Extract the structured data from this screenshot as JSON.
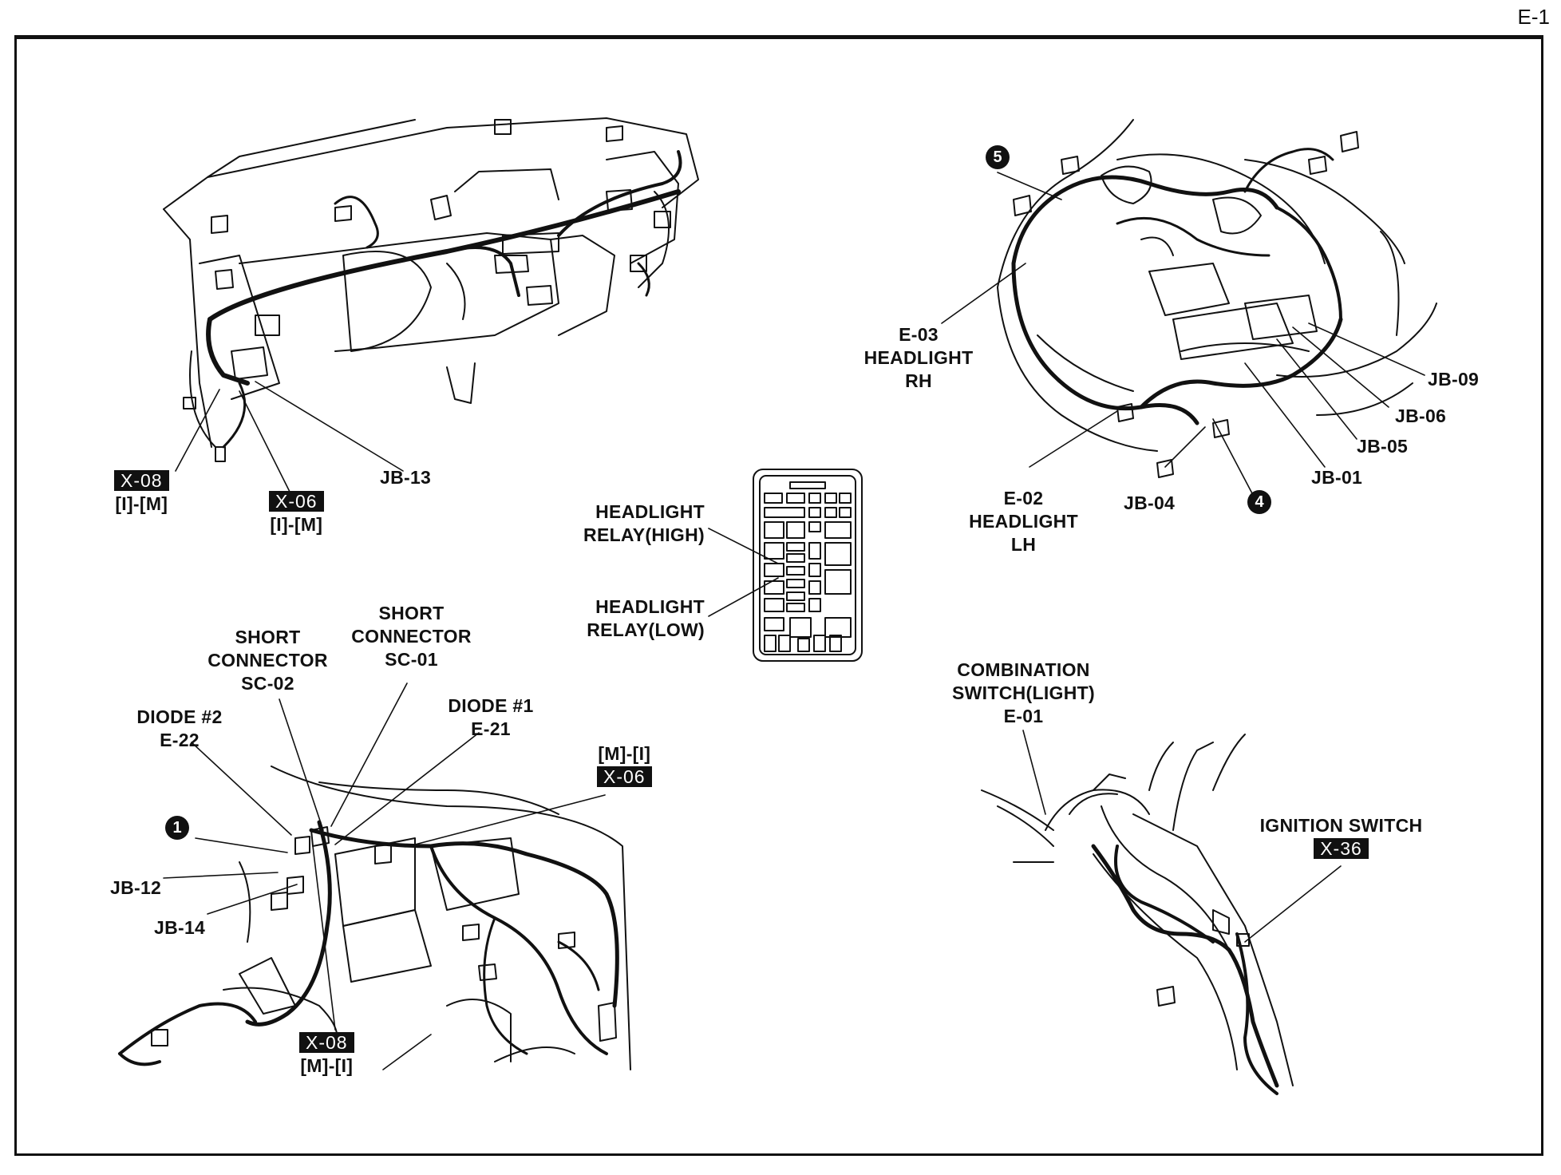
{
  "page": {
    "number": "E-1"
  },
  "dash_top": {
    "x08": "X-08",
    "x08_sub": "[I]-[M]",
    "x06": "X-06",
    "x06_sub": "[I]-[M]",
    "jb13": "JB-13"
  },
  "engine_bay": {
    "marker5": "5",
    "marker4": "4",
    "e03": [
      "E-03",
      "HEADLIGHT",
      "RH"
    ],
    "e02": [
      "E-02",
      "HEADLIGHT",
      "LH"
    ],
    "jb04": "JB-04",
    "jb01": "JB-01",
    "jb05": "JB-05",
    "jb06": "JB-06",
    "jb09": "JB-09"
  },
  "fuse_box": {
    "relay_high": [
      "HEADLIGHT",
      "RELAY(HIGH)"
    ],
    "relay_low": [
      "HEADLIGHT",
      "RELAY(LOW)"
    ]
  },
  "console": {
    "sc02": [
      "SHORT",
      "CONNECTOR",
      "SC-02"
    ],
    "sc01": [
      "SHORT",
      "CONNECTOR",
      "SC-01"
    ],
    "diode2": [
      "DIODE #2",
      "E-22"
    ],
    "diode1": [
      "DIODE #1",
      "E-21"
    ],
    "x06_sub": "[M]-[I]",
    "x06": "X-06",
    "marker1": "1",
    "jb12": "JB-12",
    "jb14": "JB-14",
    "x08": "X-08",
    "x08_sub": "[M]-[I]"
  },
  "column": {
    "combo": [
      "COMBINATION",
      "SWITCH(LIGHT)",
      "E-01"
    ],
    "ignition": "IGNITION SWITCH",
    "x36": "X-36"
  }
}
